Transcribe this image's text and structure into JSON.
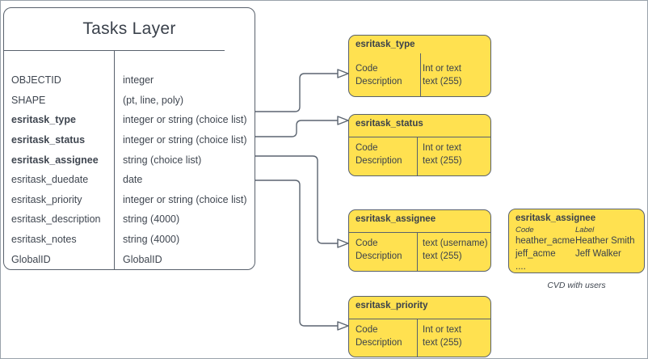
{
  "tasks_layer": {
    "title": "Tasks Layer",
    "fields": [
      {
        "name": "OBJECTID",
        "type": "integer"
      },
      {
        "name": "SHAPE",
        "type": "(pt, line, poly)"
      },
      {
        "name": "esritask_type",
        "type": "integer or string (choice list)"
      },
      {
        "name": "esritask_status",
        "type": "integer or string (choice list)"
      },
      {
        "name": "esritask_assignee",
        "type": "string (choice list)"
      },
      {
        "name": "esritask_duedate",
        "type": "date"
      },
      {
        "name": "esritask_priority",
        "type": "integer or string (choice list)"
      },
      {
        "name": "esritask_description",
        "type": "string (4000)"
      },
      {
        "name": "esritask_notes",
        "type": "string (4000)"
      },
      {
        "name": "GlobalID",
        "type": "GlobalID"
      }
    ]
  },
  "domains": [
    {
      "title": "esritask_type",
      "fields": [
        "Code",
        "Description"
      ],
      "types": [
        "Int or text",
        "text (255)"
      ]
    },
    {
      "title": "esritask_status",
      "fields": [
        "Code",
        "Description"
      ],
      "types": [
        "Int or text",
        "text (255)"
      ]
    },
    {
      "title": "esritask_assignee",
      "fields": [
        "Code",
        "Description"
      ],
      "types": [
        "text (username)",
        "text (255)"
      ]
    },
    {
      "title": "esritask_priority",
      "fields": [
        "Code",
        "Description"
      ],
      "types": [
        "Int or text",
        "text (255)"
      ]
    }
  ],
  "cvd": {
    "title": "esritask_assignee",
    "code_header": "Code",
    "label_header": "Label",
    "entries": [
      {
        "code": "heather_acme",
        "label": "Heather Smith"
      },
      {
        "code": "jeff_acme",
        "label": "Jeff Walker"
      },
      {
        "code": "....",
        "label": ""
      }
    ],
    "caption": "CVD with users"
  },
  "colors": {
    "box_fill": "#ffe150",
    "line": "#5b6470",
    "text": "#3f4650",
    "outer_border": "#9aa2ab"
  }
}
